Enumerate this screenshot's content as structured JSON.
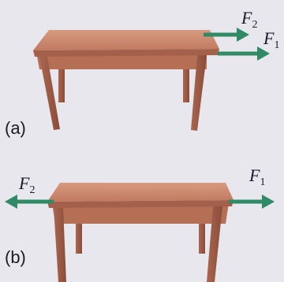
{
  "panels": [
    {
      "label": "(a)",
      "forces": [
        {
          "name": "F",
          "subscript": "2",
          "color": "#2f8a66"
        },
        {
          "name": "F",
          "subscript": "1",
          "color": "#2f8a66"
        }
      ]
    },
    {
      "label": "(b)",
      "forces": [
        {
          "name": "F",
          "subscript": "2",
          "color": "#2f8a66"
        },
        {
          "name": "F",
          "subscript": "1",
          "color": "#2f8a66"
        }
      ]
    }
  ],
  "colors": {
    "background": "#e9e7ee",
    "table_top": "#c9836a",
    "table_edge": "#a4604a",
    "table_leg": "#9b5a45"
  }
}
